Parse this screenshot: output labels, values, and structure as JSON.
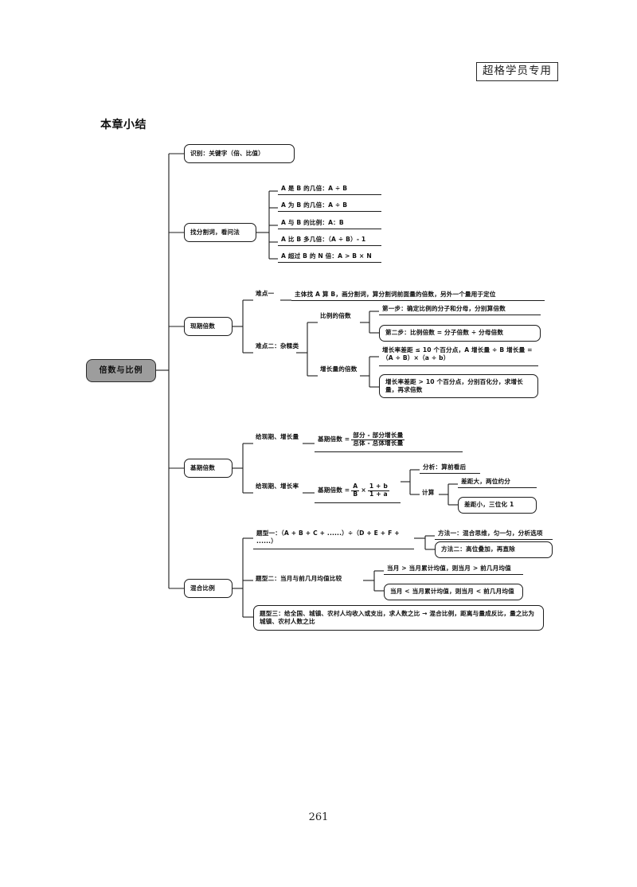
{
  "header": {
    "stamp": "超格学员专用"
  },
  "section": {
    "title": "本章小结"
  },
  "footer": {
    "page_number": "261"
  },
  "mindmap": {
    "root": "倍数与比例",
    "branch1": {
      "label": "识别：关键字（倍、比值）"
    },
    "branch2": {
      "label": "找分割词，看问法",
      "items": [
        "A 是 B 的几倍：A ÷ B",
        "A 为 B 的几倍：A ÷ B",
        "A 与 B 的比例：A：B",
        "A 比 B 多几倍：（A ÷ B）- 1",
        "A 超过 B 的 N 倍：A > B × N"
      ]
    },
    "branch3": {
      "label": "现期倍数",
      "hard1_label": "难点一",
      "hard1_text": "主体找 A 算 B，画分割词，算分割词前面量的倍数，另外一个量用于定位",
      "hard2_label": "难点二：杂糅类",
      "sub1_label": "比例的倍数",
      "sub1_items": [
        "第一步：确定比例的分子和分母，分别算倍数",
        "第二步：比例倍数 = 分子倍数 ÷ 分母倍数"
      ],
      "sub2_label": "增长量的倍数",
      "sub2_items": [
        "增长率差距 ≤ 10 个百分点，A 增长量 ÷ B 增长量 =（A ÷ B）×（a ÷ b）",
        "增长率差距 > 10 个百分点，分别百化分，求增长量，再求倍数"
      ]
    },
    "branch4": {
      "label": "基期倍数",
      "sub1_label": "给现期、增长量",
      "formula1_prefix": "基期倍数 =",
      "formula1_num": "部分 - 部分增长量",
      "formula1_den": "总体 - 总体增长量",
      "sub2_label": "给现期、增长率",
      "formula2_prefix": "基期倍数 =",
      "formula2_f1_num": "A",
      "formula2_f1_den": "B",
      "formula2_op": "×",
      "formula2_f2_num": "1 + b",
      "formula2_f2_den": "1 + a",
      "analysis_label": "分析：算前看后",
      "calc_label": "计算",
      "calc_items": [
        "差距大，两位约分",
        "差距小，三位化 1"
      ]
    },
    "branch5": {
      "label": "混合比例",
      "type1_text": "题型一：（A + B + C + ......）÷（D + E + F + ......）",
      "type1_items": [
        "方法一：混合思维，匀一匀，分析选项",
        "方法二：高位叠加，再直除"
      ],
      "type2_label": "题型二：当月与前几月均值比较",
      "type2_items": [
        "当月 > 当月累计均值，则当月 > 前几月均值",
        "当月 < 当月累计均值，则当月 < 前几月均值"
      ],
      "type3_text": "题型三：给全国、城镇、农村人均收入或支出，求人数之比 → 混合比例，距离与量成反比，量之比为城镇、农村人数之比"
    }
  }
}
